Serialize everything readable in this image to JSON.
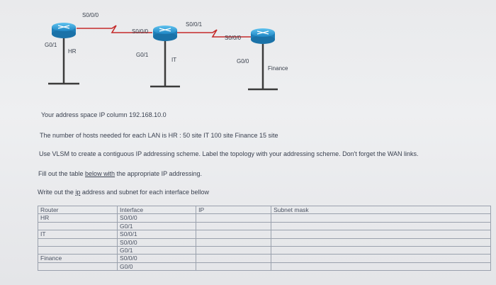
{
  "topology": {
    "routers": [
      {
        "name": "HR",
        "label": "HR",
        "interfaces": {
          "serial": "S0/0/0",
          "lan": "G0/1"
        }
      },
      {
        "name": "IT",
        "label": "IT",
        "interfaces": {
          "serial1": "S0/0/0",
          "serial2": "S0/0/1",
          "lan": "G0/1"
        }
      },
      {
        "name": "Finance",
        "label": "Finance",
        "interfaces": {
          "serial": "S0/0/0",
          "lan": "G0/0"
        }
      }
    ],
    "labels": {
      "hr_s000": "S0/0/0",
      "hr_g01": "G0/1",
      "hr_lan": "HR",
      "it_s000": "S0/0/0",
      "it_s001": "S0/0/1",
      "it_g01": "G0/1",
      "it_lan": "IT",
      "fin_s000": "S0/0/0",
      "fin_g00": "G0/0",
      "fin_lan": "Finance"
    },
    "colors": {
      "router": "#35a7dd",
      "router_dark": "#1f7fb8",
      "wire": "#c42a2a",
      "lan": "#3b3b3b"
    }
  },
  "instructions": {
    "line1": "Your address space IP column 192.168.10.0",
    "line2": "The number of hosts needed for each LAN is HR : 50 site IT 100 site Finance 15 site",
    "line3": "Use VLSM to create a contiguous IP addressing scheme. Label the topology with your addressing scheme. Don't forget the WAN links.",
    "line4_a": "Fill out the table ",
    "line4_link": "below  with",
    "line4_b": " the appropriate IP addressing.",
    "line5_a": "Write out the ",
    "line5_link": "ip",
    "line5_b": " address and subnet for each interface bellow"
  },
  "table": {
    "headers": [
      "Router",
      "Interface",
      "IP",
      "Subnet mask"
    ],
    "rows": [
      {
        "router": "HR",
        "interface": "S0/0/0",
        "ip": "",
        "mask": ""
      },
      {
        "router": "",
        "interface": "G0/1",
        "ip": "",
        "mask": ""
      },
      {
        "router": "IT",
        "interface": "S0/0/1",
        "ip": "",
        "mask": ""
      },
      {
        "router": "",
        "interface": "S0/0/0",
        "ip": "",
        "mask": ""
      },
      {
        "router": "",
        "interface": "G0/1",
        "ip": "",
        "mask": ""
      },
      {
        "router": "Finance",
        "interface": "S0/0/0",
        "ip": "",
        "mask": ""
      },
      {
        "router": "",
        "interface": "G0/0",
        "ip": "",
        "mask": ""
      }
    ]
  }
}
